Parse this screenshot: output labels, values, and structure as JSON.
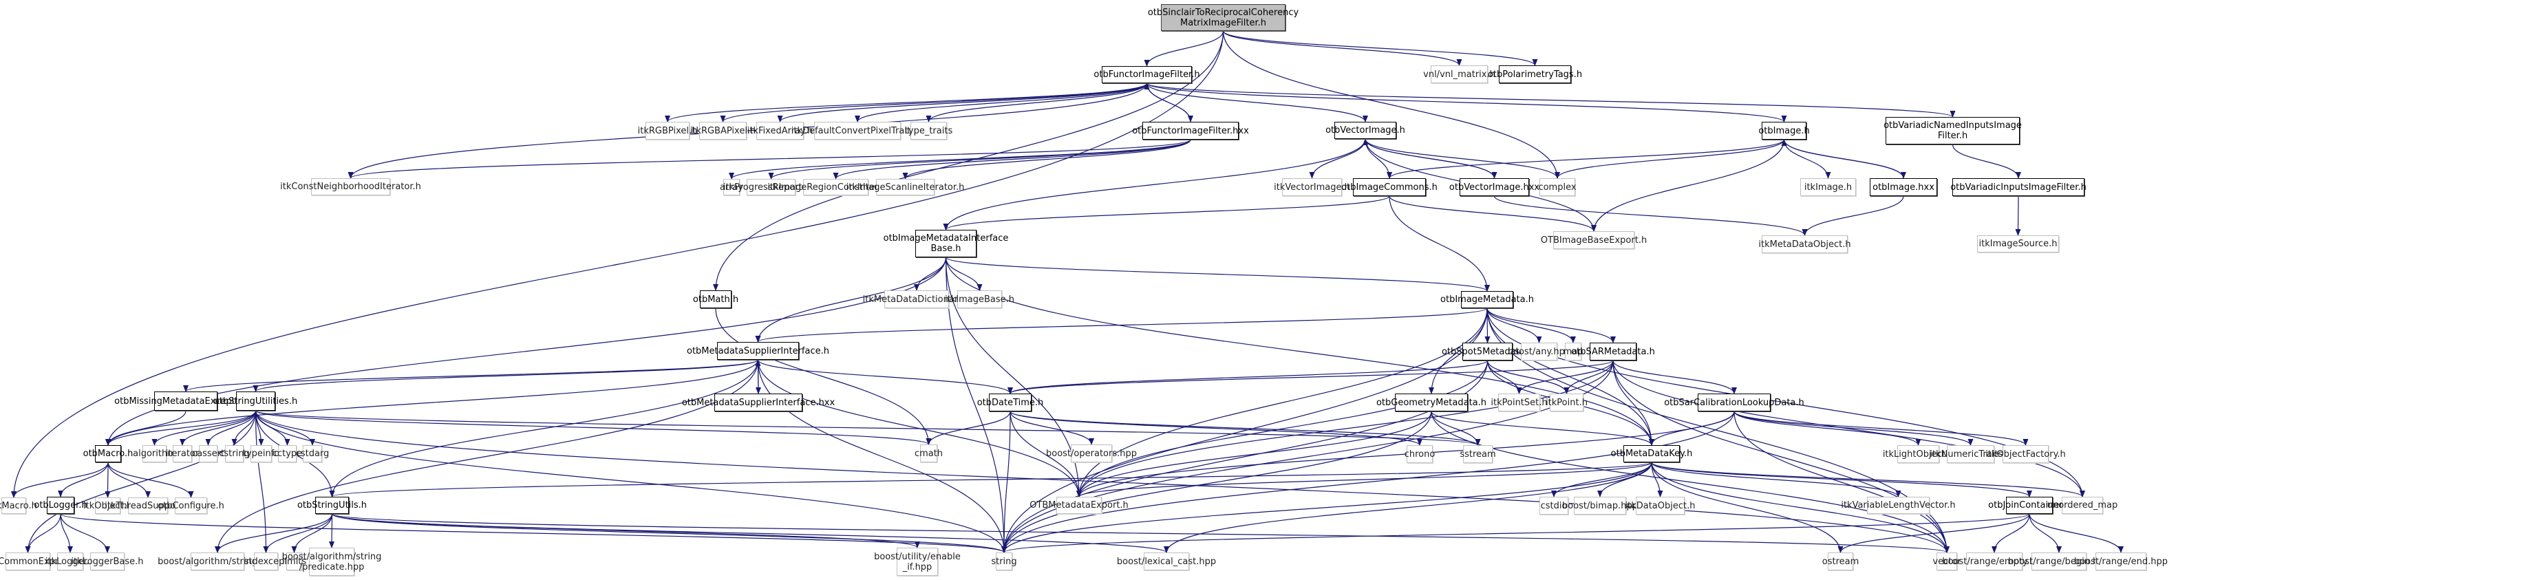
{
  "colors": {
    "edge": "#191970",
    "internal_border": "#000000",
    "external_border": "#bfbfbf",
    "root_fill": "#bfbfbf"
  },
  "nodes": [
    {
      "id": "root",
      "label": "otbSinclairToReciprocalCoherency\nMatrixImageFilter.h",
      "kind": "root"
    },
    {
      "id": "functorImageFilter",
      "label": "otbFunctorImageFilter.h",
      "kind": "internal"
    },
    {
      "id": "vnlMatrix",
      "label": "vnl/vnl_matrix.h",
      "kind": "external"
    },
    {
      "id": "polarimetryTags",
      "label": "otbPolarimetryTags.h",
      "kind": "internal"
    },
    {
      "id": "itkRGBPixel",
      "label": "itkRGBPixel.h",
      "kind": "external"
    },
    {
      "id": "itkRGBAPixel",
      "label": "itkRGBAPixel.h",
      "kind": "external"
    },
    {
      "id": "itkFixedArray",
      "label": "itkFixedArray.h",
      "kind": "external"
    },
    {
      "id": "itkDefaultConvert",
      "label": "itkDefaultConvertPixelTraits.h",
      "kind": "external"
    },
    {
      "id": "typeTraits",
      "label": "type_traits",
      "kind": "external"
    },
    {
      "id": "functorImageFilterHxx",
      "label": "otbFunctorImageFilter.hxx",
      "kind": "internal"
    },
    {
      "id": "vectorImage",
      "label": "otbVectorImage.h",
      "kind": "internal"
    },
    {
      "id": "otbImage",
      "label": "otbImage.h",
      "kind": "internal"
    },
    {
      "id": "variadicNamed",
      "label": "otbVariadicNamedInputsImage\nFilter.h",
      "kind": "internal"
    },
    {
      "id": "constNeighborhood",
      "label": "itkConstNeighborhoodIterator.h",
      "kind": "external"
    },
    {
      "id": "array",
      "label": "array",
      "kind": "external"
    },
    {
      "id": "progressReporter",
      "label": "itkProgressReporter.h",
      "kind": "external"
    },
    {
      "id": "regionConstIter",
      "label": "itkImageRegionConstIterator.h",
      "kind": "external"
    },
    {
      "id": "scanlineIter",
      "label": "itkImageScanlineIterator.h",
      "kind": "external"
    },
    {
      "id": "itkVectorImage",
      "label": "itkVectorImage.h",
      "kind": "external"
    },
    {
      "id": "imageCommons",
      "label": "otbImageCommons.h",
      "kind": "internal"
    },
    {
      "id": "vectorImageHxx",
      "label": "otbVectorImage.hxx",
      "kind": "internal"
    },
    {
      "id": "complex",
      "label": "complex",
      "kind": "external"
    },
    {
      "id": "itkImage",
      "label": "itkImage.h",
      "kind": "external"
    },
    {
      "id": "otbImageHxx",
      "label": "otbImage.hxx",
      "kind": "internal"
    },
    {
      "id": "variadicInputs",
      "label": "otbVariadicInputsImageFilter.h",
      "kind": "internal"
    },
    {
      "id": "imageMetadataIfBase",
      "label": "otbImageMetadataInterface\nBase.h",
      "kind": "internal"
    },
    {
      "id": "otbImageBaseExport",
      "label": "OTBImageBaseExport.h",
      "kind": "external"
    },
    {
      "id": "itkMetaDataObject",
      "label": "itkMetaDataObject.h",
      "kind": "external"
    },
    {
      "id": "itkImageSource",
      "label": "itkImageSource.h",
      "kind": "external"
    },
    {
      "id": "otbMath",
      "label": "otbMath.h",
      "kind": "internal"
    },
    {
      "id": "itkMetaDataDictionary",
      "label": "itkMetaDataDictionary.h",
      "kind": "external"
    },
    {
      "id": "itkImageBase",
      "label": "itkImageBase.h",
      "kind": "external"
    },
    {
      "id": "imageMetadata",
      "label": "otbImageMetadata.h",
      "kind": "internal"
    },
    {
      "id": "metadataSupplierIf",
      "label": "otbMetadataSupplierInterface.h",
      "kind": "internal"
    },
    {
      "id": "spot5Metadata",
      "label": "otbSpot5Metadata.h",
      "kind": "internal"
    },
    {
      "id": "boostAny",
      "label": "boost/any.hpp",
      "kind": "external"
    },
    {
      "id": "map",
      "label": "map",
      "kind": "external"
    },
    {
      "id": "sarMetadata",
      "label": "otbSARMetadata.h",
      "kind": "internal"
    },
    {
      "id": "missingMetadataExc",
      "label": "otbMissingMetadataException.h",
      "kind": "internal"
    },
    {
      "id": "stringUtilities",
      "label": "otbStringUtilities.h",
      "kind": "internal"
    },
    {
      "id": "metadataSupplierIfHxx",
      "label": "otbMetadataSupplierInterface.hxx",
      "kind": "internal"
    },
    {
      "id": "dateTime",
      "label": "otbDateTime.h",
      "kind": "internal"
    },
    {
      "id": "geometryMetadata",
      "label": "otbGeometryMetadata.h",
      "kind": "internal"
    },
    {
      "id": "itkPointSet",
      "label": "itkPointSet.h",
      "kind": "external"
    },
    {
      "id": "itkPoint",
      "label": "itkPoint.h",
      "kind": "external"
    },
    {
      "id": "sarCalibLookup",
      "label": "otbSarCalibrationLookupData.h",
      "kind": "internal"
    },
    {
      "id": "otbMacro",
      "label": "otbMacro.h",
      "kind": "internal"
    },
    {
      "id": "algorithm",
      "label": "algorithm",
      "kind": "external"
    },
    {
      "id": "iterator",
      "label": "iterator",
      "kind": "external"
    },
    {
      "id": "cassert",
      "label": "cassert",
      "kind": "external"
    },
    {
      "id": "cstring",
      "label": "cstring",
      "kind": "external"
    },
    {
      "id": "typeinfo",
      "label": "typeinfo",
      "kind": "external"
    },
    {
      "id": "cctype",
      "label": "cctype",
      "kind": "external"
    },
    {
      "id": "cstdarg",
      "label": "cstdarg",
      "kind": "external"
    },
    {
      "id": "cmath",
      "label": "cmath",
      "kind": "external"
    },
    {
      "id": "boostOperators",
      "label": "boost/operators.hpp",
      "kind": "external"
    },
    {
      "id": "chrono",
      "label": "chrono",
      "kind": "external"
    },
    {
      "id": "sstream",
      "label": "sstream",
      "kind": "external"
    },
    {
      "id": "metaDataKey",
      "label": "otbMetaDataKey.h",
      "kind": "internal"
    },
    {
      "id": "itkLightObject",
      "label": "itkLightObject.h",
      "kind": "external"
    },
    {
      "id": "itkNumericTraits",
      "label": "itkNumericTraits.h",
      "kind": "external"
    },
    {
      "id": "itkObjectFactory",
      "label": "itkObjectFactory.h",
      "kind": "external"
    },
    {
      "id": "itkMacro",
      "label": "itkMacro.h",
      "kind": "external"
    },
    {
      "id": "otbLogger",
      "label": "otbLogger.h",
      "kind": "internal"
    },
    {
      "id": "itkObject",
      "label": "itkObject.h",
      "kind": "external"
    },
    {
      "id": "itkThreadSupport",
      "label": "itkThreadSupport.h",
      "kind": "external"
    },
    {
      "id": "otbConfigure",
      "label": "otbConfigure.h",
      "kind": "external"
    },
    {
      "id": "stringUtils",
      "label": "otbStringUtils.h",
      "kind": "internal"
    },
    {
      "id": "otbMetadataExport",
      "label": "OTBMetadataExport.h",
      "kind": "external"
    },
    {
      "id": "cstdio",
      "label": "cstdio",
      "kind": "external"
    },
    {
      "id": "boostBimap",
      "label": "boost/bimap.hpp",
      "kind": "external"
    },
    {
      "id": "itkDataObject",
      "label": "itkDataObject.h",
      "kind": "external"
    },
    {
      "id": "itkVarLenVector",
      "label": "itkVariableLengthVector.h",
      "kind": "external"
    },
    {
      "id": "joinContainer",
      "label": "otbJoinContainer.h",
      "kind": "internal"
    },
    {
      "id": "unorderedMap",
      "label": "unordered_map",
      "kind": "external"
    },
    {
      "id": "otbCommonExport",
      "label": "OTBCommonExport.h",
      "kind": "external"
    },
    {
      "id": "itkLogger",
      "label": "itkLogger.h",
      "kind": "external"
    },
    {
      "id": "itkLoggerBase",
      "label": "itkLoggerBase.h",
      "kind": "external"
    },
    {
      "id": "boostAlgString",
      "label": "boost/algorithm/string.hpp",
      "kind": "external"
    },
    {
      "id": "stdexcept",
      "label": "stdexcept",
      "kind": "external"
    },
    {
      "id": "limits",
      "label": "limits",
      "kind": "external"
    },
    {
      "id": "boostPredicate",
      "label": "boost/algorithm/string\n/predicate.hpp",
      "kind": "external"
    },
    {
      "id": "boostEnableIf",
      "label": "boost/utility/enable\n_if.hpp",
      "kind": "external"
    },
    {
      "id": "string",
      "label": "string",
      "kind": "external"
    },
    {
      "id": "boostLexicalCast",
      "label": "boost/lexical_cast.hpp",
      "kind": "external"
    },
    {
      "id": "ostream",
      "label": "ostream",
      "kind": "external"
    },
    {
      "id": "vector",
      "label": "vector",
      "kind": "external"
    },
    {
      "id": "boostRangeEmpty",
      "label": "boost/range/empty.hpp",
      "kind": "external"
    },
    {
      "id": "boostRangeBegin",
      "label": "boost/range/begin.hpp",
      "kind": "external"
    },
    {
      "id": "boostRangeEnd",
      "label": "boost/range/end.hpp",
      "kind": "external"
    }
  ],
  "edges": [
    [
      "root",
      "functorImageFilter"
    ],
    [
      "root",
      "vnlMatrix"
    ],
    [
      "root",
      "polarimetryTags"
    ],
    [
      "root",
      "complex"
    ],
    [
      "root",
      "otbMath"
    ],
    [
      "root",
      "itkMacro"
    ],
    [
      "functorImageFilter",
      "itkRGBPixel"
    ],
    [
      "functorImageFilter",
      "itkRGBAPixel"
    ],
    [
      "functorImageFilter",
      "itkFixedArray"
    ],
    [
      "functorImageFilter",
      "itkDefaultConvert"
    ],
    [
      "functorImageFilter",
      "typeTraits"
    ],
    [
      "functorImageFilter",
      "functorImageFilterHxx"
    ],
    [
      "functorImageFilter",
      "vectorImage"
    ],
    [
      "functorImageFilter",
      "otbImage"
    ],
    [
      "functorImageFilter",
      "variadicNamed"
    ],
    [
      "functorImageFilter",
      "constNeighborhood"
    ],
    [
      "functorImageFilterHxx",
      "functorImageFilter"
    ],
    [
      "functorImageFilterHxx",
      "constNeighborhood"
    ],
    [
      "functorImageFilterHxx",
      "array"
    ],
    [
      "functorImageFilterHxx",
      "progressReporter"
    ],
    [
      "functorImageFilterHxx",
      "regionConstIter"
    ],
    [
      "functorImageFilterHxx",
      "scanlineIter"
    ],
    [
      "vectorImage",
      "itkVectorImage"
    ],
    [
      "vectorImage",
      "imageCommons"
    ],
    [
      "vectorImage",
      "vectorImageHxx"
    ],
    [
      "vectorImage",
      "complex"
    ],
    [
      "vectorImage",
      "otbImageBaseExport"
    ],
    [
      "vectorImage",
      "imageMetadataIfBase"
    ],
    [
      "vectorImageHxx",
      "vectorImage"
    ],
    [
      "vectorImageHxx",
      "itkMetaDataObject"
    ],
    [
      "otbImage",
      "imageCommons"
    ],
    [
      "otbImage",
      "complex"
    ],
    [
      "otbImage",
      "itkImage"
    ],
    [
      "otbImage",
      "otbImageHxx"
    ],
    [
      "otbImage",
      "otbImageBaseExport"
    ],
    [
      "otbImageHxx",
      "otbImage"
    ],
    [
      "otbImageHxx",
      "itkMetaDataObject"
    ],
    [
      "variadicNamed",
      "variadicInputs"
    ],
    [
      "variadicInputs",
      "itkImageSource"
    ],
    [
      "imageCommons",
      "imageMetadataIfBase"
    ],
    [
      "imageCommons",
      "otbImageBaseExport"
    ],
    [
      "imageCommons",
      "imageMetadata"
    ],
    [
      "imageMetadataIfBase",
      "itkMetaDataDictionary"
    ],
    [
      "imageMetadataIfBase",
      "itkImageBase"
    ],
    [
      "imageMetadataIfBase",
      "imageMetadata"
    ],
    [
      "imageMetadataIfBase",
      "metadataSupplierIf"
    ],
    [
      "imageMetadataIfBase",
      "otbMetadataExport"
    ],
    [
      "imageMetadataIfBase",
      "string"
    ],
    [
      "imageMetadataIfBase",
      "metaDataKey"
    ],
    [
      "imageMetadataIfBase",
      "otbMacro"
    ],
    [
      "otbMath",
      "cmath"
    ],
    [
      "imageMetadata",
      "spot5Metadata"
    ],
    [
      "imageMetadata",
      "boostAny"
    ],
    [
      "imageMetadata",
      "map"
    ],
    [
      "imageMetadata",
      "sarMetadata"
    ],
    [
      "imageMetadata",
      "geometryMetadata"
    ],
    [
      "imageMetadata",
      "metaDataKey"
    ],
    [
      "imageMetadata",
      "otbMetadataExport"
    ],
    [
      "imageMetadata",
      "string"
    ],
    [
      "imageMetadata",
      "vector"
    ],
    [
      "imageMetadata",
      "unorderedMap"
    ],
    [
      "imageMetadata",
      "metadataSupplierIf"
    ],
    [
      "metadataSupplierIf",
      "missingMetadataExc"
    ],
    [
      "metadataSupplierIf",
      "stringUtilities"
    ],
    [
      "metadataSupplierIf",
      "metadataSupplierIfHxx"
    ],
    [
      "metadataSupplierIf",
      "otbMacro"
    ],
    [
      "metadataSupplierIf",
      "otbMetadataExport"
    ],
    [
      "metadataSupplierIf",
      "string"
    ],
    [
      "metadataSupplierIf",
      "dateTime"
    ],
    [
      "metadataSupplierIf",
      "boostAlgString"
    ],
    [
      "metadataSupplierIf",
      "stringUtils"
    ],
    [
      "metadataSupplierIfHxx",
      "metadataSupplierIf"
    ],
    [
      "missingMetadataExc",
      "otbMacro"
    ],
    [
      "stringUtilities",
      "otbMacro"
    ],
    [
      "stringUtilities",
      "algorithm"
    ],
    [
      "stringUtilities",
      "iterator"
    ],
    [
      "stringUtilities",
      "cassert"
    ],
    [
      "stringUtilities",
      "cstring"
    ],
    [
      "stringUtilities",
      "typeinfo"
    ],
    [
      "stringUtilities",
      "cctype"
    ],
    [
      "stringUtilities",
      "cstdarg"
    ],
    [
      "stringUtilities",
      "cmath"
    ],
    [
      "stringUtilities",
      "stringUtils"
    ],
    [
      "stringUtilities",
      "otbCommonExport"
    ],
    [
      "stringUtilities",
      "stdexcept"
    ],
    [
      "stringUtilities",
      "string"
    ],
    [
      "stringUtilities",
      "vector"
    ],
    [
      "stringUtilities",
      "sstream"
    ],
    [
      "spot5Metadata",
      "dateTime"
    ],
    [
      "spot5Metadata",
      "itkPointSet"
    ],
    [
      "spot5Metadata",
      "itkPoint"
    ],
    [
      "spot5Metadata",
      "metaDataKey"
    ],
    [
      "spot5Metadata",
      "otbMetadataExport"
    ],
    [
      "spot5Metadata",
      "string"
    ],
    [
      "sarMetadata",
      "itkPointSet"
    ],
    [
      "sarMetadata",
      "itkPoint"
    ],
    [
      "sarMetadata",
      "sarCalibLookup"
    ],
    [
      "sarMetadata",
      "metaDataKey"
    ],
    [
      "sarMetadata",
      "dateTime"
    ],
    [
      "sarMetadata",
      "otbMetadataExport"
    ],
    [
      "sarMetadata",
      "string"
    ],
    [
      "sarMetadata",
      "vector"
    ],
    [
      "sarMetadata",
      "unorderedMap"
    ],
    [
      "dateTime",
      "cmath"
    ],
    [
      "dateTime",
      "boostOperators"
    ],
    [
      "dateTime",
      "chrono"
    ],
    [
      "dateTime",
      "sstream"
    ],
    [
      "dateTime",
      "otbMetadataExport"
    ],
    [
      "dateTime",
      "string"
    ],
    [
      "geometryMetadata",
      "sstream"
    ],
    [
      "geometryMetadata",
      "metaDataKey"
    ],
    [
      "geometryMetadata",
      "otbMetadataExport"
    ],
    [
      "geometryMetadata",
      "string"
    ],
    [
      "geometryMetadata",
      "vector"
    ],
    [
      "sarCalibLookup",
      "metaDataKey"
    ],
    [
      "sarCalibLookup",
      "itkLightObject"
    ],
    [
      "sarCalibLookup",
      "itkNumericTraits"
    ],
    [
      "sarCalibLookup",
      "itkObjectFactory"
    ],
    [
      "sarCalibLookup",
      "otbMetadataExport"
    ],
    [
      "sarCalibLookup",
      "vector"
    ],
    [
      "sarCalibLookup",
      "string"
    ],
    [
      "otbMacro",
      "itkMacro"
    ],
    [
      "otbMacro",
      "otbLogger"
    ],
    [
      "otbMacro",
      "itkObject"
    ],
    [
      "otbMacro",
      "itkThreadSupport"
    ],
    [
      "otbMacro",
      "otbConfigure"
    ],
    [
      "otbLogger",
      "otbCommonExport"
    ],
    [
      "otbLogger",
      "itkLogger"
    ],
    [
      "otbLogger",
      "itkLoggerBase"
    ],
    [
      "otbLogger",
      "string"
    ],
    [
      "metaDataKey",
      "cstdio"
    ],
    [
      "metaDataKey",
      "boostBimap"
    ],
    [
      "metaDataKey",
      "itkDataObject"
    ],
    [
      "metaDataKey",
      "itkVarLenVector"
    ],
    [
      "metaDataKey",
      "joinContainer"
    ],
    [
      "metaDataKey",
      "unorderedMap"
    ],
    [
      "metaDataKey",
      "otbMetadataExport"
    ],
    [
      "metaDataKey",
      "string"
    ],
    [
      "metaDataKey",
      "vector"
    ],
    [
      "metaDataKey",
      "boostLexicalCast"
    ],
    [
      "metaDataKey",
      "stringUtils"
    ],
    [
      "metaDataKey",
      "ostream"
    ],
    [
      "stringUtils",
      "boostAlgString"
    ],
    [
      "stringUtils",
      "stdexcept"
    ],
    [
      "stringUtils",
      "limits"
    ],
    [
      "stringUtils",
      "boostPredicate"
    ],
    [
      "stringUtils",
      "boostEnableIf"
    ],
    [
      "stringUtils",
      "string"
    ],
    [
      "stringUtils",
      "vector"
    ],
    [
      "stringUtils",
      "boostLexicalCast"
    ],
    [
      "joinContainer",
      "boostRangeEmpty"
    ],
    [
      "joinContainer",
      "boostRangeBegin"
    ],
    [
      "joinContainer",
      "boostRangeEnd"
    ],
    [
      "joinContainer",
      "ostream"
    ],
    [
      "joinContainer",
      "string"
    ]
  ]
}
